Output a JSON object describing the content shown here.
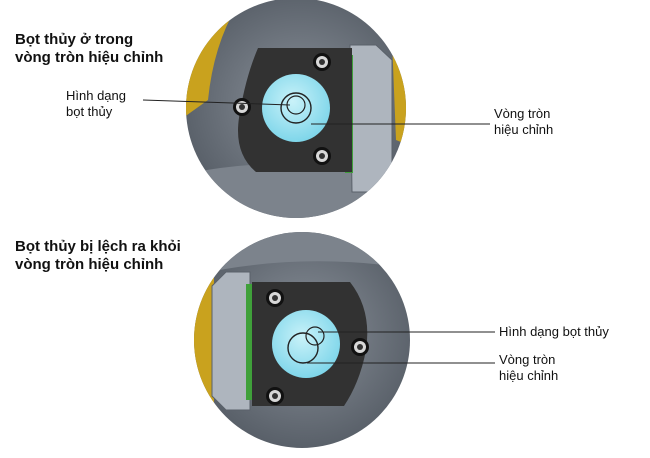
{
  "top": {
    "heading": [
      "Bọt thủy ở trong",
      "vòng tròn hiệu chỉnh"
    ],
    "bubble_label": [
      "Hình dạng",
      "bọt thủy"
    ],
    "ring_label": [
      "Vòng tròn",
      "hiệu chỉnh"
    ]
  },
  "bottom": {
    "heading": [
      "Bọt thủy bị lệch ra khỏi",
      "vòng tròn hiệu chỉnh"
    ],
    "bubble_label": "Hình dạng bọt thủy",
    "ring_label": [
      "Vòng tròn",
      "hiệu chỉnh"
    ]
  },
  "colors": {
    "housing": "#6d747e",
    "body": "#323232",
    "vial": "#9fe4f1",
    "bracket": "#aeb5be",
    "yellow": "#c9a21e",
    "green": "#4fa33a",
    "leader": "#222222"
  },
  "icons": [
    "screw-icon",
    "bubble-icon",
    "calibration-ring-icon"
  ]
}
